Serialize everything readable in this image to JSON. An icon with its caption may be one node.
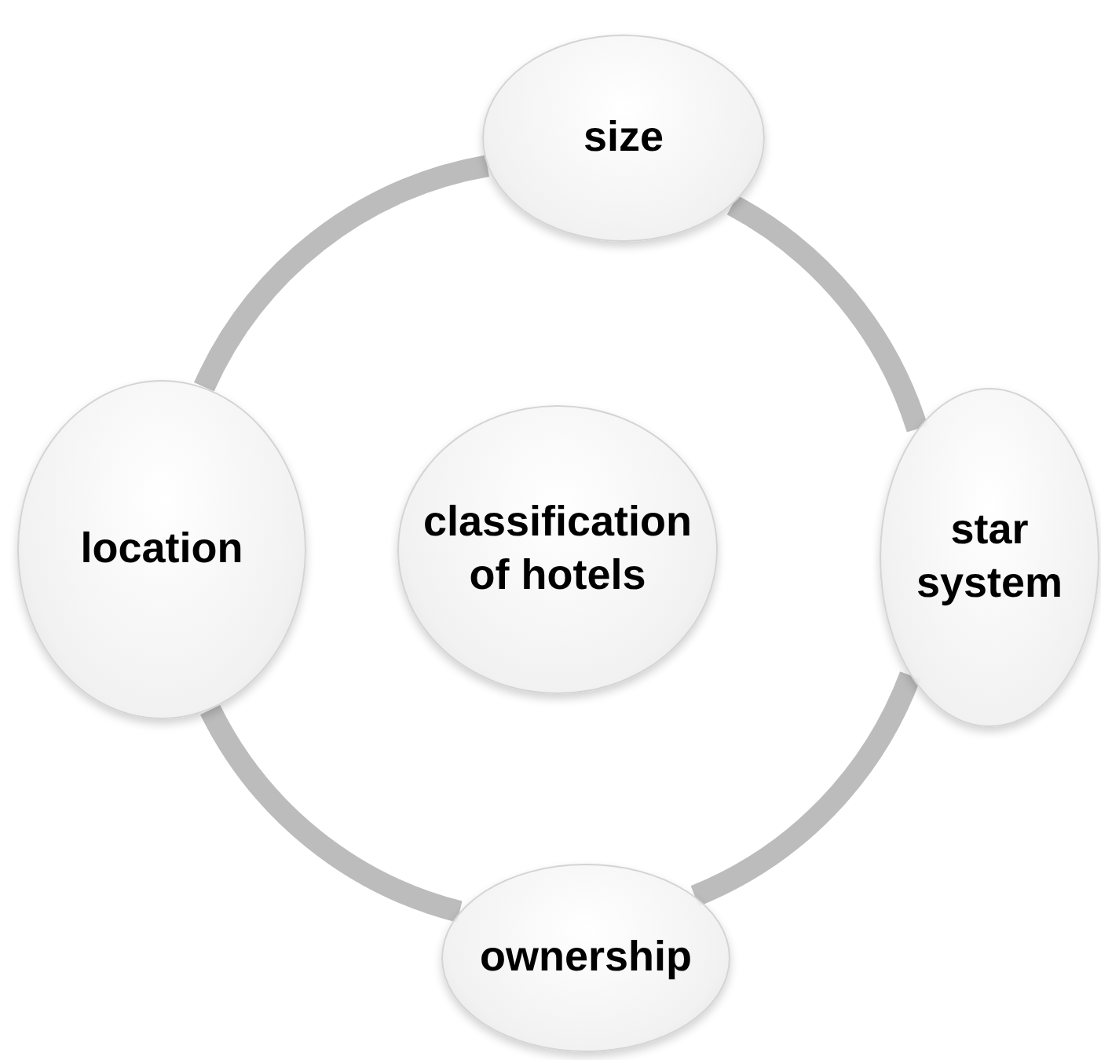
{
  "diagram": {
    "nodes": [
      {
        "text": [
          "size"
        ]
      },
      {
        "text": [
          "location"
        ]
      },
      {
        "text": [
          "classification of hotels"
        ]
      },
      {
        "text": [
          "star system"
        ]
      },
      {
        "text": [
          "ownership"
        ]
      }
    ],
    "edges": [
      {
        "from": 0,
        "to": 3,
        "arrow": "none"
      },
      {
        "from": 3,
        "to": 4,
        "arrow": "none"
      },
      {
        "from": 4,
        "to": 1,
        "arrow": "none"
      },
      {
        "from": 1,
        "to": 0,
        "arrow": "none"
      }
    ]
  }
}
